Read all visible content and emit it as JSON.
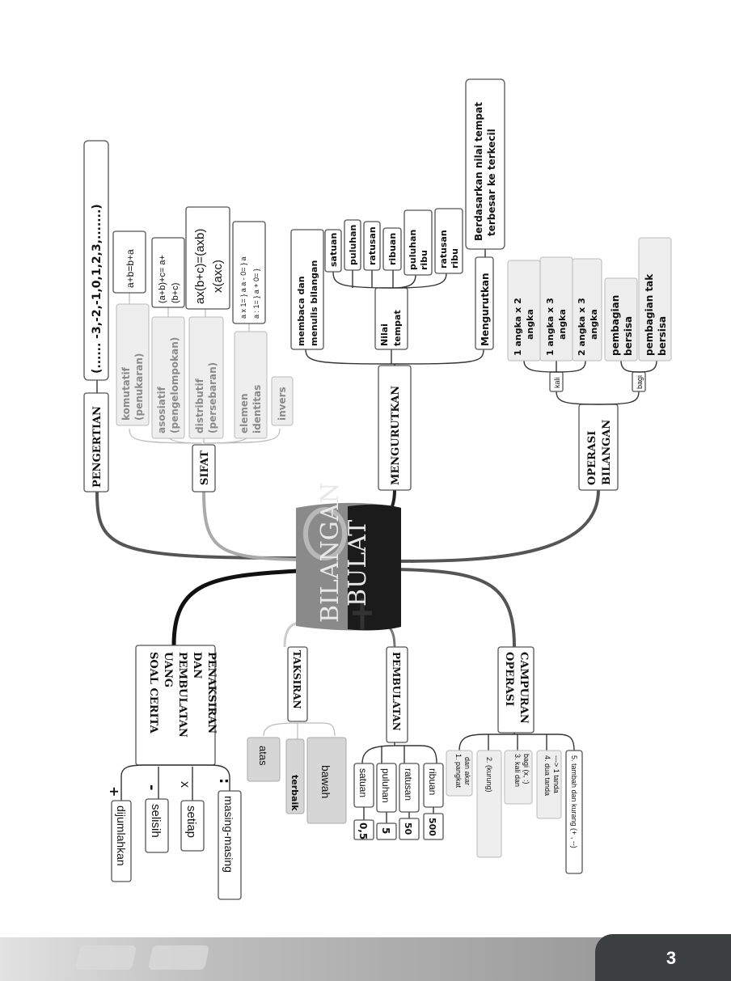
{
  "center": {
    "title_line1": "BILANGAN",
    "title_line2": "BULAT"
  },
  "pengertian": {
    "label": "PENGERTIAN",
    "content": "(...... -3,-2,-1,0,1,2,3,.......)"
  },
  "sifat": {
    "label": "SIFAT",
    "items": [
      {
        "name_line1": "komutatif",
        "name_line2": "(penukaran)",
        "formula_line1": "a+b=b+a",
        "formula_line2": ""
      },
      {
        "name_line1": "asosiatif",
        "name_line2": "(pengelompokan)",
        "formula_line1": "(a+b)+c= a+",
        "formula_line2": "(b+c)"
      },
      {
        "name_line1": "distributif",
        "name_line2": "(persebaran)",
        "formula_line1": "ax(b+c)=(axb)",
        "formula_line2": "x(axc)"
      },
      {
        "name_line1": "elemen",
        "name_line2": "identitas",
        "formula_line1": "a x 1= } a    a - 0= } a",
        "formula_line2": "a : 1= }         a + 0= }"
      },
      {
        "name_line1": "invers",
        "name_line2": "",
        "formula_line1": "",
        "formula_line2": ""
      }
    ]
  },
  "mengurutkan": {
    "label": "MENGURUTKAN",
    "membaca": {
      "line1": "membaca dan",
      "line2": "menulis bilangan"
    },
    "nilai_tempat": {
      "line1": "Nilai",
      "line2": "tempat"
    },
    "places": [
      {
        "line1": "satuan",
        "line2": ""
      },
      {
        "line1": "puluhan",
        "line2": ""
      },
      {
        "line1": "ratusan",
        "line2": ""
      },
      {
        "line1": "ribuan",
        "line2": ""
      },
      {
        "line1": "puluhan",
        "line2": "ribu"
      },
      {
        "line1": "ratusan",
        "line2": "ribu"
      }
    ],
    "sub_label": "Mengurutkan",
    "description_line1": "Berdasarkan nilai tempat",
    "description_line2": "terbesar ke terkecil"
  },
  "operasi_bilangan": {
    "label_line1": "OPERASI",
    "label_line2": "BILANGAN",
    "kali_label": "kali",
    "bagi_label": "bagi",
    "items": [
      {
        "line1": "1 angka x 2",
        "line2": "angka"
      },
      {
        "line1": "1 angka x 3",
        "line2": "angka"
      },
      {
        "line1": "2 angka x 3",
        "line2": "angka"
      },
      {
        "line1": "pembagian",
        "line2": "bersisa"
      },
      {
        "line1": "pembagian tak",
        "line2": "bersisa"
      }
    ]
  },
  "soal_cerita": {
    "lines": [
      "SOAL CERITA",
      "UANG",
      "PEMBULATAN",
      "DAN",
      "PENAKSIRAN"
    ],
    "items": [
      {
        "symbol": "+",
        "label": "dijumlahkan"
      },
      {
        "symbol": "-",
        "label": "selisih"
      },
      {
        "symbol": "x",
        "label": "setiap"
      },
      {
        "symbol": ":",
        "label": "masing-masing"
      }
    ]
  },
  "taksiran": {
    "label": "TAKSIRAN",
    "atas": "atas",
    "terbaik": "terbaik",
    "bawah": "bawah"
  },
  "pembulatan": {
    "label": "PEMBULATAN",
    "rows": [
      {
        "place": "satuan",
        "value": "0,5"
      },
      {
        "place": "puluhan",
        "value": "5"
      },
      {
        "place": "ratusan",
        "value": "50"
      },
      {
        "place": "ribuan",
        "value": "500"
      }
    ]
  },
  "operasi_campuran": {
    "label_line1": "OPERASI",
    "label_line2": "CAMPURAN",
    "steps": [
      {
        "line1": "1. pangkat",
        "line2": "dan akar"
      },
      {
        "line1": "2. (kurung)",
        "line2": ""
      },
      {
        "line1": "3. kali dan",
        "line2": "bagi (x, :)"
      },
      {
        "line1": "4. dua tanda",
        "line2": "---> 1 tanda"
      },
      {
        "line1": "5. tambah dan kurang (+ , --)",
        "line2": ""
      }
    ]
  },
  "footer": {
    "page_number": "3"
  }
}
